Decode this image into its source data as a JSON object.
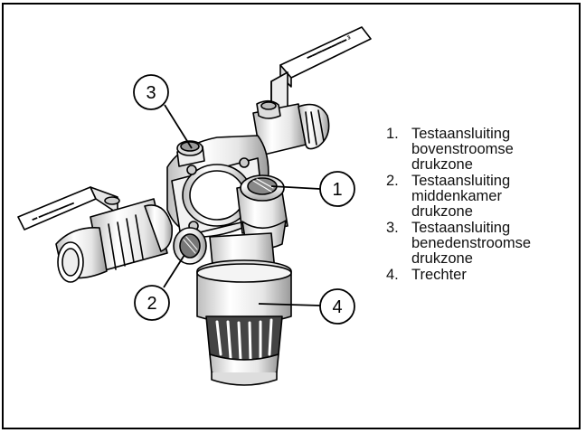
{
  "callouts": [
    {
      "id": "1",
      "label": "1"
    },
    {
      "id": "2",
      "label": "2"
    },
    {
      "id": "3",
      "label": "3"
    },
    {
      "id": "4",
      "label": "4"
    }
  ],
  "legend": [
    {
      "num": "1.",
      "text": "Testaansluiting\nbovenstroomse\ndrukzone"
    },
    {
      "num": "2.",
      "text": "Testaansluiting\nmiddenkamer\ndrukzone"
    },
    {
      "num": "3.",
      "text": "Testaansluiting\nbenedenstroomse\ndrukzone"
    },
    {
      "num": "4.",
      "text": "Trechter"
    }
  ],
  "colors": {
    "stroke": "#000000",
    "fill": "#ffffff",
    "shade": "#cfcfcf",
    "dark": "#555555"
  }
}
